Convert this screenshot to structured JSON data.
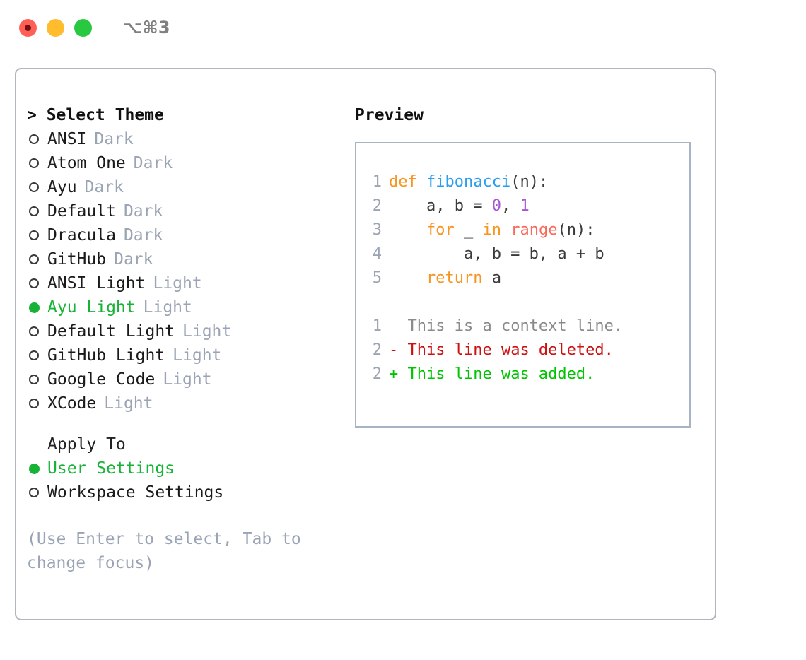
{
  "titlebar": {
    "shortcut": "⌥⌘3",
    "lights": [
      {
        "name": "close",
        "color": "#ff5f57"
      },
      {
        "name": "minimize",
        "color": "#ffbd2e"
      },
      {
        "name": "zoom",
        "color": "#28c840"
      }
    ]
  },
  "theme_picker": {
    "heading": "> Select Theme",
    "options": [
      {
        "label": "ANSI",
        "badge": "Dark",
        "selected": false
      },
      {
        "label": "Atom One",
        "badge": "Dark",
        "selected": false
      },
      {
        "label": "Ayu",
        "badge": "Dark",
        "selected": false
      },
      {
        "label": "Default",
        "badge": "Dark",
        "selected": false
      },
      {
        "label": "Dracula",
        "badge": "Dark",
        "selected": false
      },
      {
        "label": "GitHub",
        "badge": "Dark",
        "selected": false
      },
      {
        "label": "ANSI Light",
        "badge": "Light",
        "selected": false
      },
      {
        "label": "Ayu Light",
        "badge": "Light",
        "selected": true
      },
      {
        "label": "Default Light",
        "badge": "Light",
        "selected": false
      },
      {
        "label": "GitHub Light",
        "badge": "Light",
        "selected": false
      },
      {
        "label": "Google Code",
        "badge": "Light",
        "selected": false
      },
      {
        "label": "XCode",
        "badge": "Light",
        "selected": false
      }
    ]
  },
  "apply_to": {
    "heading": "Apply To",
    "options": [
      {
        "label": "User Settings",
        "selected": true
      },
      {
        "label": "Workspace Settings",
        "selected": false
      }
    ]
  },
  "hint": "(Use Enter to select, Tab to change focus)",
  "preview": {
    "title": "Preview",
    "code_lines": [
      {
        "no": "1",
        "tokens": [
          {
            "t": "def ",
            "c": "tok-kw"
          },
          {
            "t": "fibonacci",
            "c": "tok-fn"
          },
          {
            "t": "(n):",
            "c": "tok-txt"
          }
        ]
      },
      {
        "no": "2",
        "tokens": [
          {
            "t": "    a, b = ",
            "c": "tok-txt"
          },
          {
            "t": "0",
            "c": "tok-num"
          },
          {
            "t": ", ",
            "c": "tok-txt"
          },
          {
            "t": "1",
            "c": "tok-num"
          }
        ]
      },
      {
        "no": "3",
        "tokens": [
          {
            "t": "    for ",
            "c": "tok-kw"
          },
          {
            "t": "_ ",
            "c": "tok-txt"
          },
          {
            "t": "in ",
            "c": "tok-kw"
          },
          {
            "t": "range",
            "c": "tok-call"
          },
          {
            "t": "(n):",
            "c": "tok-txt"
          }
        ]
      },
      {
        "no": "4",
        "tokens": [
          {
            "t": "        a, b = b, a + b",
            "c": "tok-txt"
          }
        ]
      },
      {
        "no": "5",
        "tokens": [
          {
            "t": "    return ",
            "c": "tok-kw"
          },
          {
            "t": "a",
            "c": "tok-txt"
          }
        ]
      }
    ],
    "diff_lines": [
      {
        "no": "1",
        "marker": "  ",
        "text": "This is a context line.",
        "kind": "diff-ctx"
      },
      {
        "no": "2",
        "marker": "- ",
        "text": "This line was deleted.",
        "kind": "diff-del"
      },
      {
        "no": "2",
        "marker": "+ ",
        "text": "This line was added.",
        "kind": "diff-add"
      }
    ]
  },
  "colors": {
    "accent_green": "#16b336",
    "muted_gray": "#9aa4b4",
    "keyword_orange": "#f89520",
    "function_blue": "#2a9ef0",
    "number_purple": "#a855d6",
    "call_red": "#fa6a5a",
    "diff_delete": "#cc1111",
    "diff_add": "#00c400"
  }
}
